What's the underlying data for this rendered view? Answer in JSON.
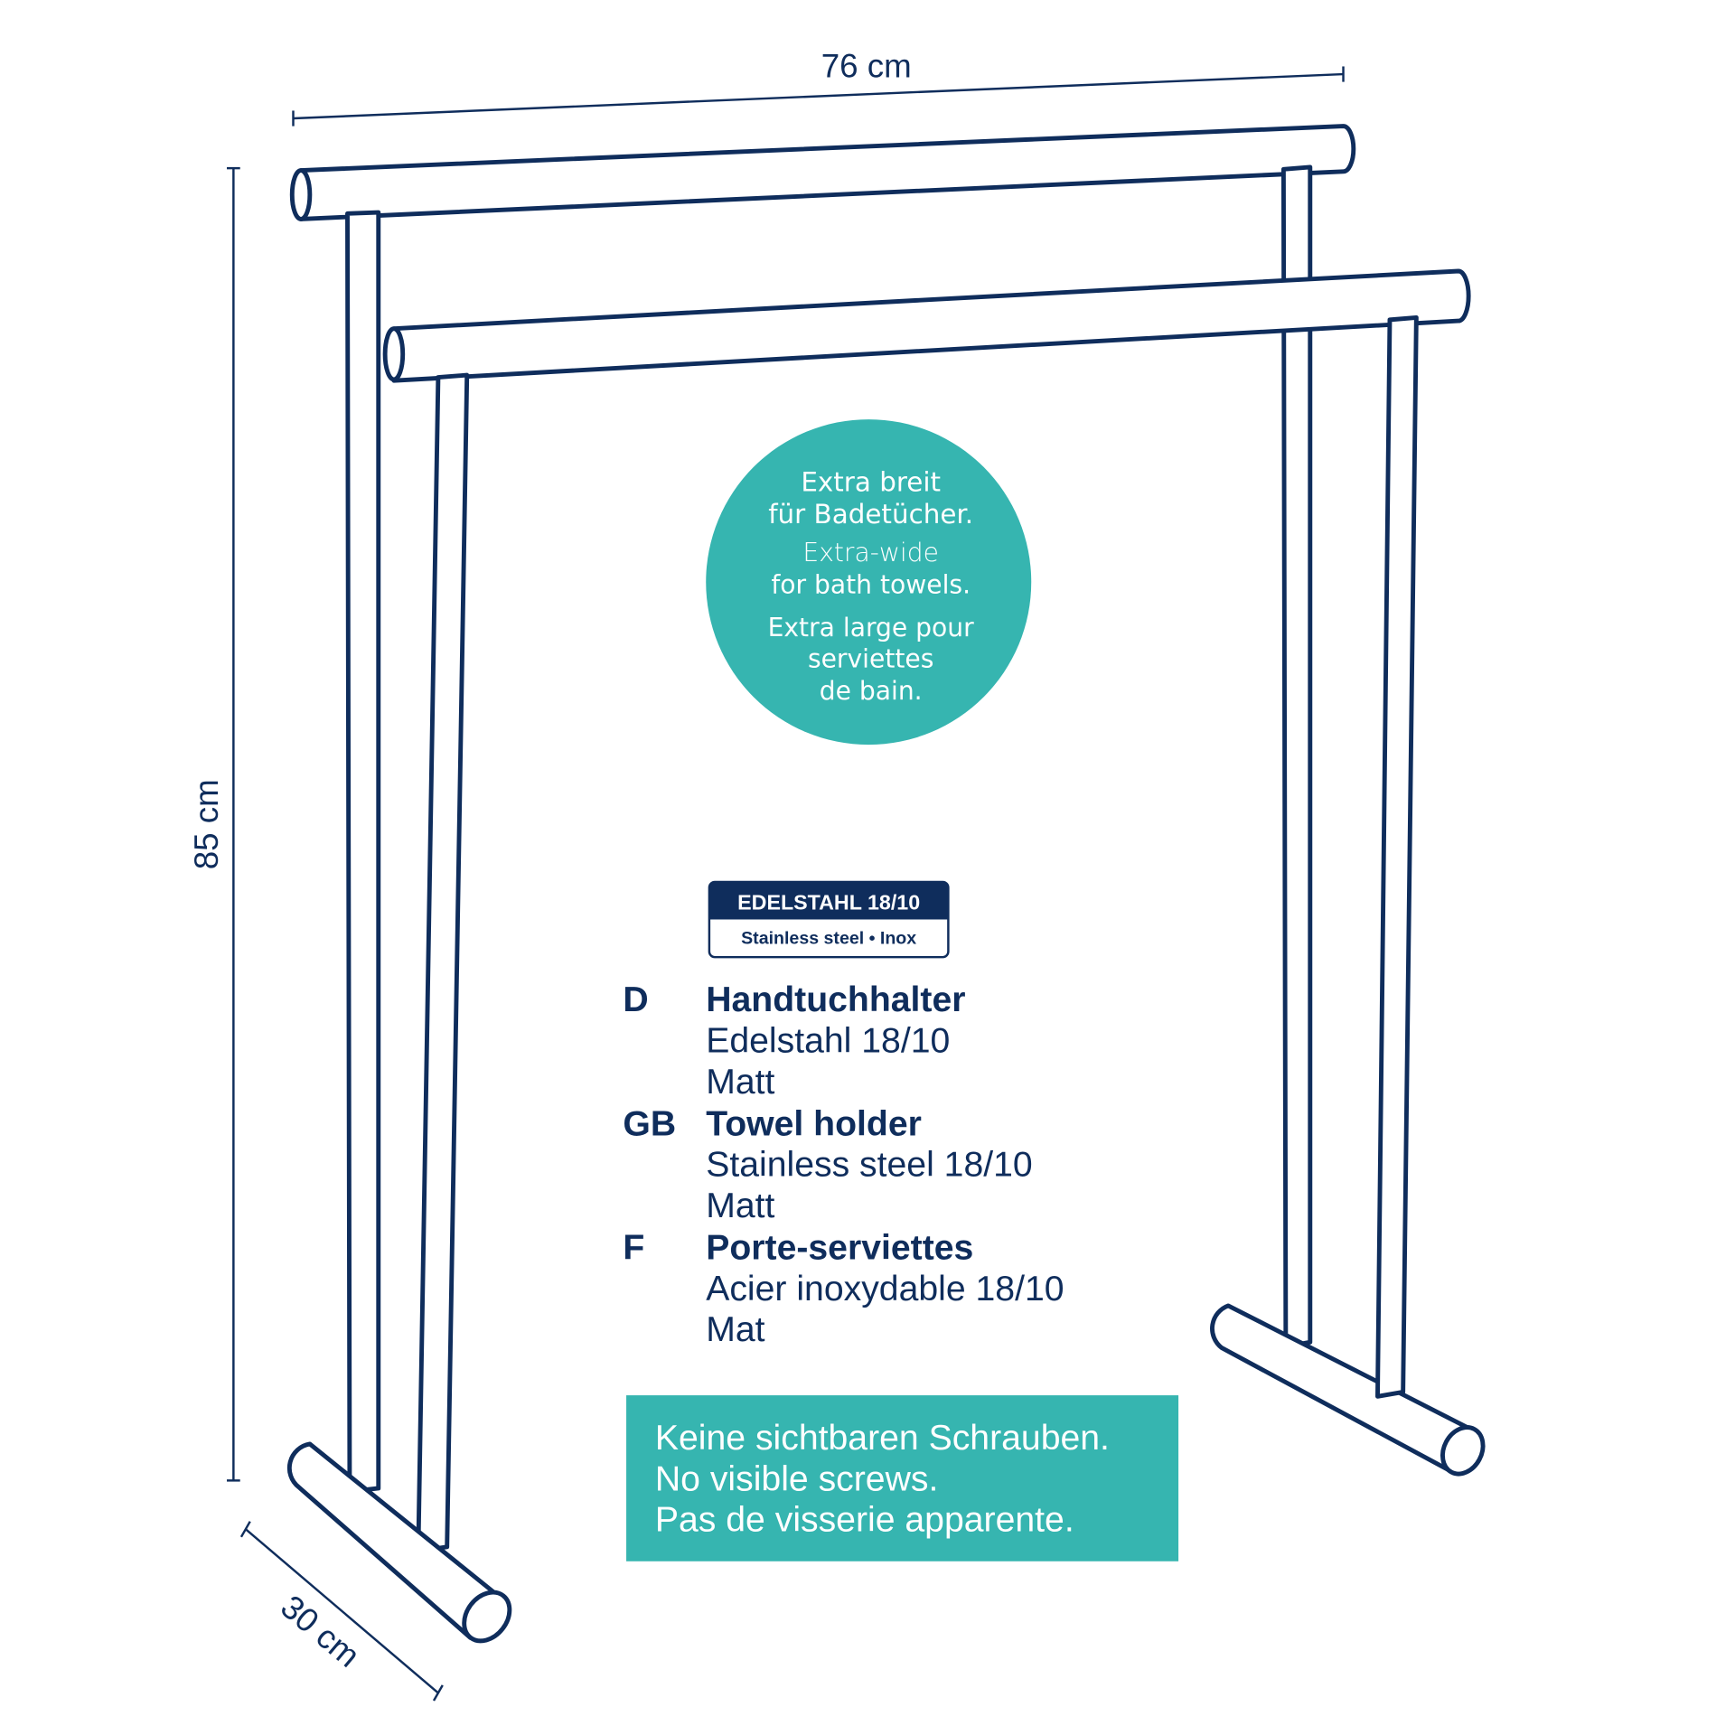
{
  "dimensions": {
    "width": "76 cm",
    "height": "85 cm",
    "depth": "30 cm"
  },
  "circle_badge": {
    "lines_de": [
      "Extra breit",
      "für Badetücher."
    ],
    "lines_en": [
      "Extra-wide",
      "for bath towels."
    ],
    "lines_fr": [
      "Extra large pour",
      "serviettes",
      "de bain."
    ]
  },
  "material_badge": {
    "title": "EDELSTAHL 18/10",
    "subtitle": "Stainless steel • Inox"
  },
  "descriptions": [
    {
      "code": "D",
      "title": "Handtuchhalter",
      "material": "Edelstahl 18/10",
      "finish": "Matt"
    },
    {
      "code": "GB",
      "title": "Towel holder",
      "material": "Stainless steel 18/10",
      "finish": "Matt"
    },
    {
      "code": "F",
      "title": "Porte-serviettes",
      "material": "Acier inoxydable 18/10",
      "finish": "Mat"
    }
  ],
  "note_box": {
    "lines": [
      "Keine sichtbaren Schrauben.",
      "No visible screws.",
      "Pas de visserie apparente."
    ]
  },
  "colors": {
    "navy": "#0f2d5c",
    "teal": "#36b5b0"
  }
}
